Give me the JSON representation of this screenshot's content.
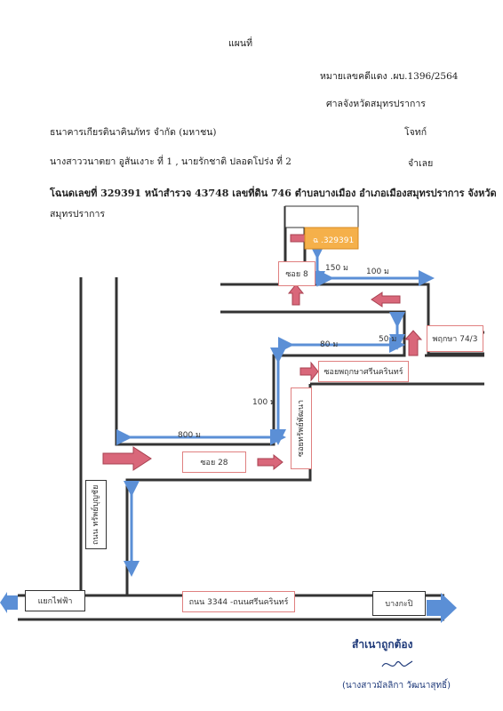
{
  "header": {
    "title": "แผนที่",
    "case_number": "หมายเลขคดีแดง .ผบ.1396/2564",
    "court": "ศาลจังหวัดสมุทรปราการ",
    "plaintiff": "ธนาคารเกียรตินาคินภัทร    จำกัด (มหาชน)",
    "plaintiff_role": "โจทก์",
    "defendants": "นางสาววนาตยา อูสันเงาะ ที่ 1 , นายรักชาติ ปลอดโปร่ง ที่ 2",
    "defendant_role": "จำเลย",
    "deed_line": "โฉนดเลขที่  329391 หน้าสำรวจ 43748   เลขที่ดิน 746  ตำบลบางเมือง  อำเภอเมืองสมุทรปราการ จังหวัด",
    "deed_line2": "สมุทรปราการ"
  },
  "map": {
    "plot_label": "ฉ .329391",
    "soi8": "ซอย 8",
    "soi28": "ซอย 28",
    "phruksa": "พฤกษา 74/3",
    "soi_phruksa": "ซอยพฤกษาศรีนครินทร์",
    "soi_sap": "ซอยทรัพย์พัฒนา",
    "road_main": "ถนน 3344 -ถนนศรีนครินทร์",
    "road_left": "ถนน ทรัพย์บุญชัย",
    "left_junction": "แยกไฟฟ้า",
    "right_dest": "บางกะปิ",
    "d150": "150 ม",
    "d100a": "100 ม",
    "d80": "80 ม",
    "d50": "50 ม",
    "d100b": "100 ม",
    "d800": "800 ม"
  },
  "footer": {
    "certified": "สำเนาถูกต้อง",
    "signer": "(นางสาวมัลลิกา  วัฒนาสุทธิ์)"
  },
  "colors": {
    "road": "#333333",
    "arrow_blue": "#5b8fd6",
    "arrow_pink": "#d9677a",
    "plot_fill": "#f5b04a",
    "signature_blue": "#1f3a7a"
  }
}
